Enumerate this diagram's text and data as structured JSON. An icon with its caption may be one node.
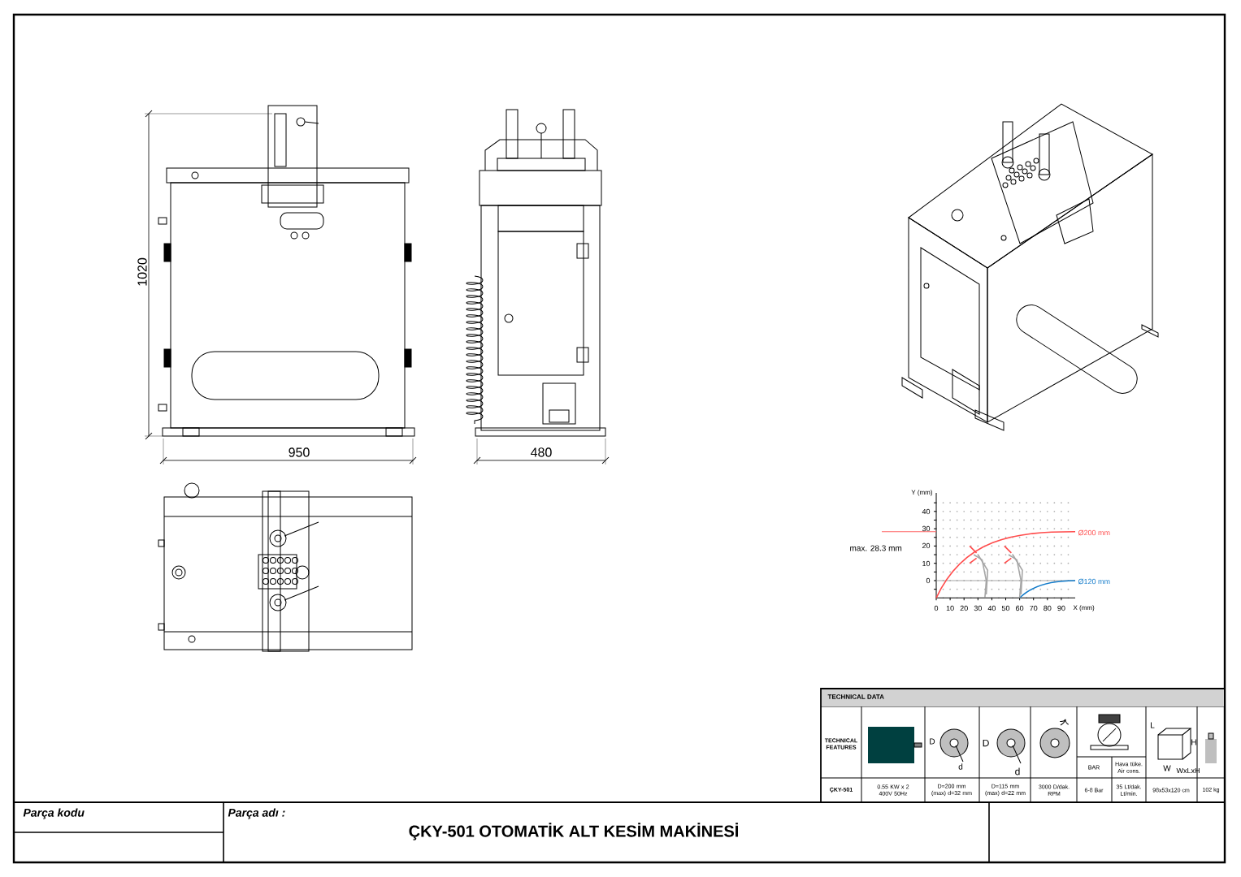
{
  "diagram": {
    "title": "ÇKY-501 OTOMATİK ALT KESİM MAKİNESİ",
    "labels": [
      "1020",
      "950",
      "480",
      "Y (mm)",
      "40",
      "30",
      "20",
      "10",
      "0",
      "max. 28.3 mm",
      "Ø200 mm",
      "Ø120 mm",
      "0",
      "10",
      "20",
      "30",
      "40",
      "50",
      "60",
      "70",
      "80",
      "90",
      "X (mm)",
      "TECHNICAL DATA",
      "TECHNICAL FEATURES",
      "D",
      "d",
      "D",
      "d",
      "L",
      "H",
      "W",
      "WxLxH",
      "BAR",
      "Hava tüke. Air cons.",
      "ÇKY-501",
      "0.55 KW x 2 400V 50Hz",
      "D=200 mm (max) d=32 mm",
      "D=115 mm (max) d=22 mm",
      "3000 D/dak. RPM",
      "6-8 Bar",
      "35 Lt/dak. Lt/min.",
      "98x53x120 cm",
      "102 kg",
      "Parça kodu",
      "Parça adı :"
    ]
  }
}
